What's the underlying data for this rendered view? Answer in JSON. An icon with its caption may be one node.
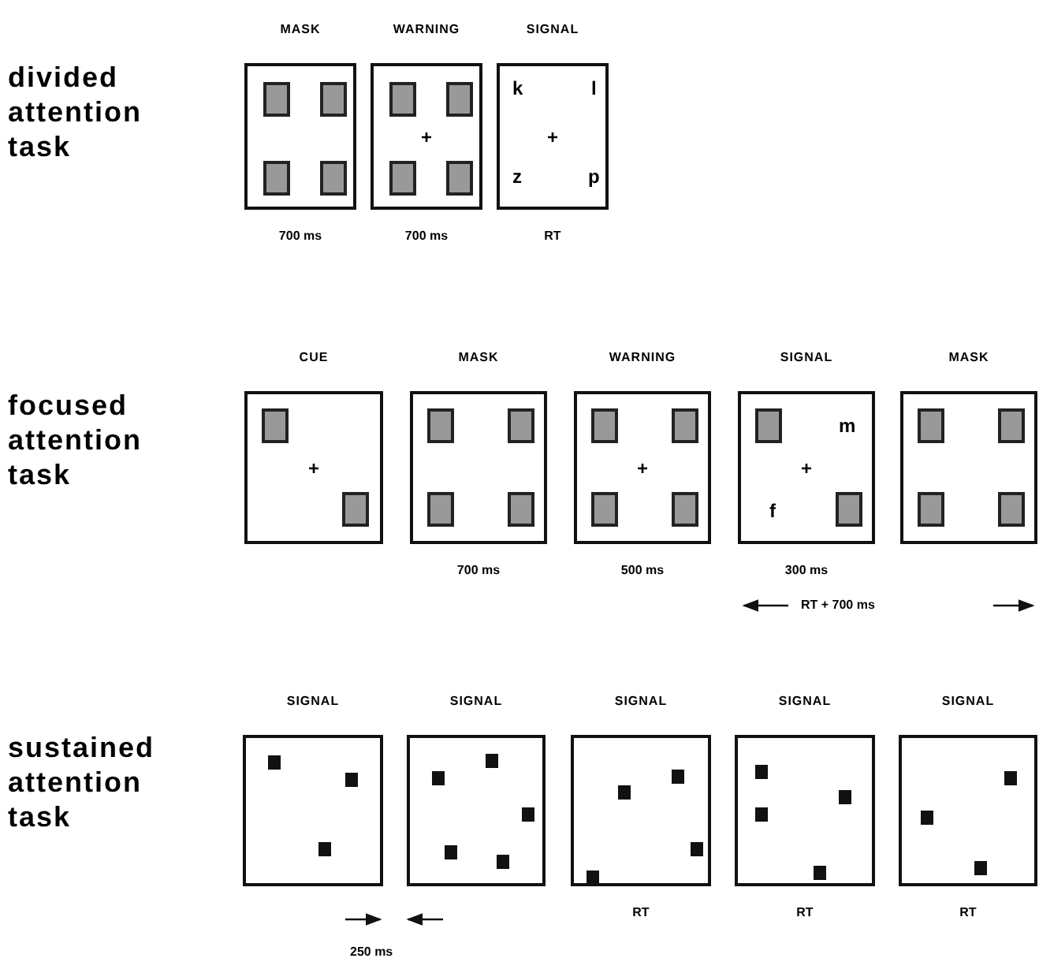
{
  "diagram": {
    "nodes": [
      {
        "text": [
          "MASK"
        ],
        "beside": [
          "700 ms"
        ]
      },
      {
        "text": [
          "WARNING",
          "+"
        ],
        "beside": [
          "700 ms"
        ]
      },
      {
        "text": [
          "SIGNAL",
          "k",
          "l",
          "+",
          "z",
          "p"
        ],
        "beside": [
          "RT"
        ]
      },
      {
        "text": [
          "CUE",
          "+"
        ]
      },
      {
        "text": [
          "MASK"
        ],
        "beside": [
          "700 ms"
        ]
      },
      {
        "text": [
          "WARNING",
          "+"
        ],
        "beside": [
          "500 ms"
        ]
      },
      {
        "text": [
          "SIGNAL",
          "m",
          "+",
          "f"
        ],
        "beside": [
          "300 ms"
        ]
      },
      {
        "text": [
          "MASK"
        ]
      },
      {
        "text": [
          "SIGNAL"
        ]
      },
      {
        "text": [
          "SIGNAL"
        ]
      },
      {
        "text": [
          "SIGNAL"
        ],
        "beside": [
          "RT"
        ]
      },
      {
        "text": [
          "SIGNAL"
        ],
        "beside": [
          "RT"
        ]
      },
      {
        "text": [
          "SIGNAL"
        ],
        "beside": [
          "RT"
        ]
      }
    ],
    "labels": [
      "divided attention task",
      "focused attention task",
      "RT + 700 ms",
      "sustained attention task",
      "250 ms"
    ]
  }
}
